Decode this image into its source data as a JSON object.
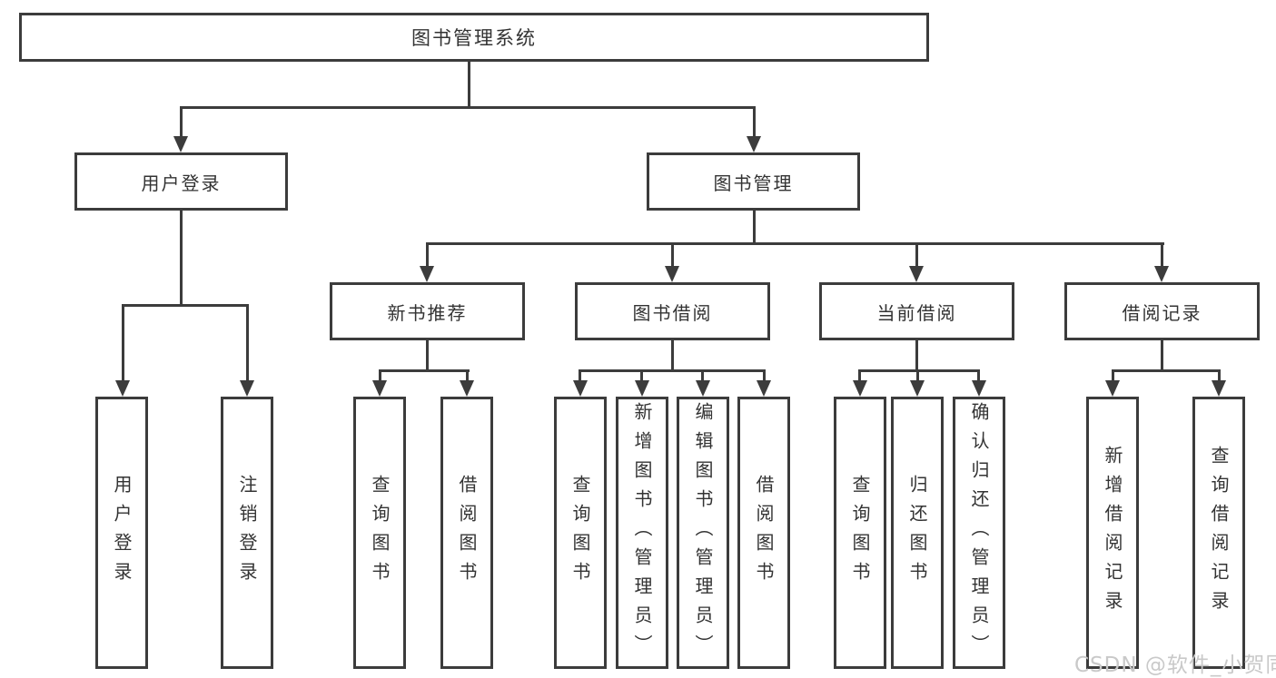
{
  "tree": {
    "root": {
      "label": "图书管理系统"
    },
    "branches": [
      {
        "label": "用户登录",
        "children": [
          {
            "label": "用户登录"
          },
          {
            "label": "注销登录"
          }
        ]
      },
      {
        "label": "图书管理",
        "children": [
          {
            "label": "新书推荐",
            "children": [
              {
                "label": "查询图书"
              },
              {
                "label": "借阅图书"
              }
            ]
          },
          {
            "label": "图书借阅",
            "children": [
              {
                "label": "查询图书"
              },
              {
                "label": "新增图书（管理员）"
              },
              {
                "label": "编辑图书（管理员）"
              },
              {
                "label": "借阅图书"
              }
            ]
          },
          {
            "label": "当前借阅",
            "children": [
              {
                "label": "查询图书"
              },
              {
                "label": "归还图书"
              },
              {
                "label": "确认归还（管理员）"
              }
            ]
          },
          {
            "label": "借阅记录",
            "children": [
              {
                "label": "新增借阅记录"
              },
              {
                "label": "查询借阅记录"
              }
            ]
          }
        ]
      }
    ]
  },
  "watermark": {
    "text": "CSDN @软件_小贺同学"
  },
  "colors": {
    "line": "#3c3c3c",
    "text": "#333333",
    "watermark": "#c9c9c9",
    "background": "#ffffff"
  }
}
